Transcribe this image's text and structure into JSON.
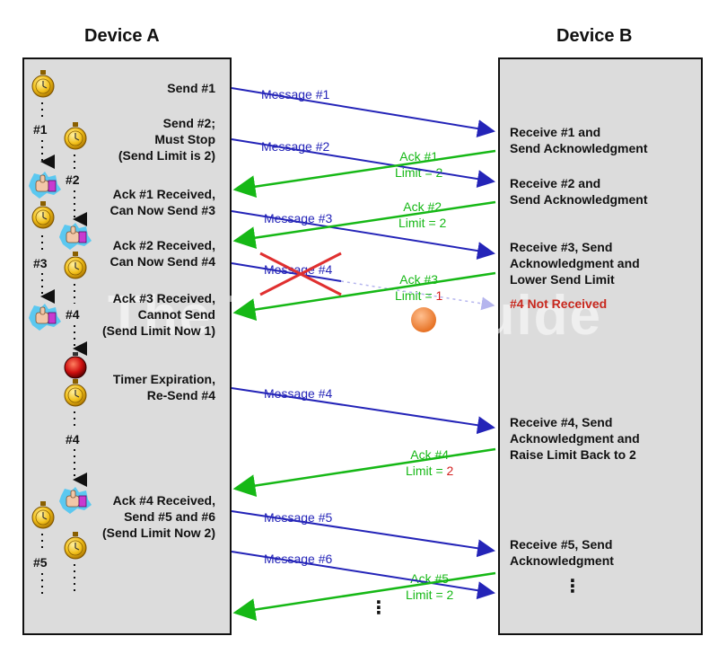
{
  "headers": {
    "device_a": "Device A",
    "device_b": "Device B"
  },
  "watermark": "The TCP/IP Guide",
  "colors": {
    "message": "#2424b8",
    "ack": "#16b816",
    "error": "#d42020"
  },
  "device_a_labels": [
    "Send #1",
    "Send #2;\nMust Stop\n(Send Limit is 2)",
    "Ack #1 Received,\nCan Now Send #3",
    "Ack #2 Received,\nCan Now Send #4",
    "Ack #3 Received,\nCannot Send\n(Send Limit Now 1)",
    "Timer Expiration,\nRe-Send #4",
    "Ack #4 Received,\nSend #5 and #6\n(Send Limit Now 2)"
  ],
  "device_b_labels": [
    "Receive #1 and\nSend Acknowledgment",
    "Receive #2 and\nSend Acknowledgment",
    "Receive #3, Send\nAcknowledgment and\nLower Send Limit",
    "Receive #4, Send\nAcknowledgment and\nRaise Limit Back to 2",
    "Receive #5, Send\nAcknowledgment"
  ],
  "not_received": "#4 Not Received",
  "messages": [
    "Message #1",
    "Message #2",
    "Message #3",
    "Message #4",
    "Message #4",
    "Message #5",
    "Message #6"
  ],
  "acks": [
    {
      "line1": "Ack #1",
      "limit_text": "Limit = ",
      "limit_value": "2"
    },
    {
      "line1": "Ack #2",
      "limit_text": "Limit = ",
      "limit_value": "2"
    },
    {
      "line1": "Ack #3",
      "limit_text": "Limit = ",
      "limit_value": "1"
    },
    {
      "line1": "Ack #4",
      "limit_text": "Limit = ",
      "limit_value": "2"
    },
    {
      "line1": "Ack #5",
      "limit_text": "Limit = ",
      "limit_value": "2"
    }
  ],
  "timer_labels": [
    "#1",
    "#2",
    "#3",
    "#4",
    "#4",
    "#5"
  ],
  "ellipsis": "⋮"
}
